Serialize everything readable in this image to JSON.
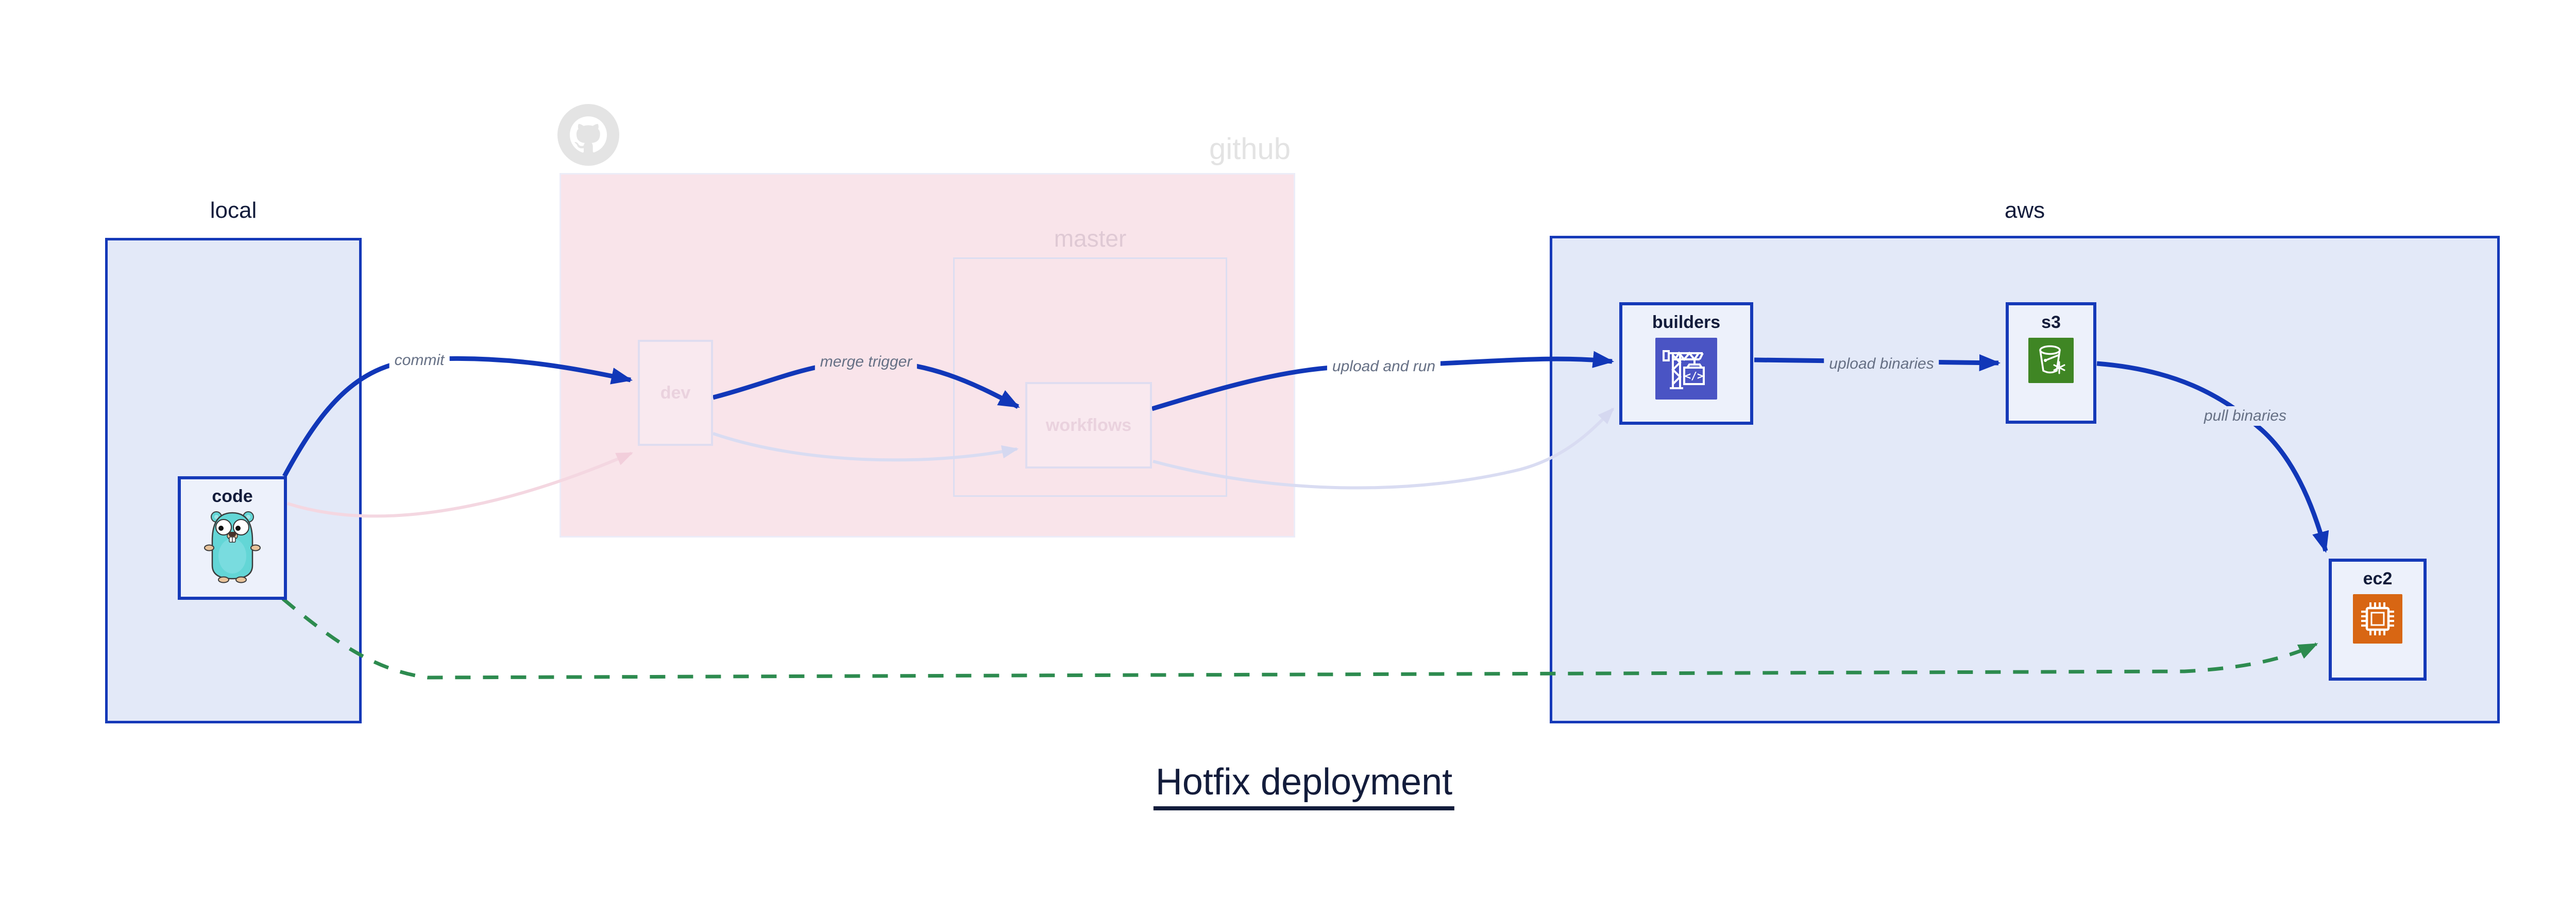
{
  "title": {
    "text": "Hotfix deployment"
  },
  "regions": {
    "local": {
      "label": "local"
    },
    "github": {
      "label": "github"
    },
    "master": {
      "label": "master"
    },
    "aws": {
      "label": "aws"
    }
  },
  "nodes": {
    "code": {
      "label": "code",
      "icon": "go-gopher-icon"
    },
    "dev": {
      "label": "dev"
    },
    "workflows": {
      "label": "workflows"
    },
    "builders": {
      "label": "builders",
      "icon": "codebuild-crane-icon",
      "icon_color": "#4a54c4"
    },
    "s3": {
      "label": "s3",
      "icon": "s3-glacier-bucket-icon",
      "icon_color": "#3f8624"
    },
    "ec2": {
      "label": "ec2",
      "icon": "ec2-chip-icon",
      "icon_color": "#d86613"
    }
  },
  "edges": {
    "commit": {
      "label": "commit",
      "style": "solid-blue"
    },
    "merge_trigger": {
      "label": "merge trigger",
      "style": "solid-blue"
    },
    "upload_and_run": {
      "label": "upload and run",
      "style": "solid-blue"
    },
    "upload_binaries": {
      "label": "upload binaries",
      "style": "solid-blue"
    },
    "pull_binaries": {
      "label": "pull binaries",
      "style": "solid-blue"
    },
    "hotfix_bypass": {
      "style": "dashed-green"
    },
    "code_to_dev_faded": {
      "style": "faded-pink"
    },
    "dev_to_workflows_faded": {
      "style": "faded-lavender"
    },
    "workflows_to_builders_faded": {
      "style": "faded-lavender"
    }
  },
  "colors": {
    "region_fill": "#e3e9f8",
    "region_border": "#1539b8",
    "node_fill": "#edf1fb",
    "github_fill": "#f9e4ea",
    "faded_border": "#dfddf0",
    "faded_node_text": "#ead2de",
    "master_label_text": "#dfc9d4",
    "github_label_text": "#e3e3e3",
    "arrow_blue": "#1137b8",
    "arrow_green": "#2d8b4f",
    "arrow_pink_faded": "#f4d7e1",
    "arrow_lavender_faded": "#d9dcf2",
    "edge_label_text": "#667085",
    "heading_text": "#131c3b",
    "gopher_teal": "#63d6d6"
  }
}
